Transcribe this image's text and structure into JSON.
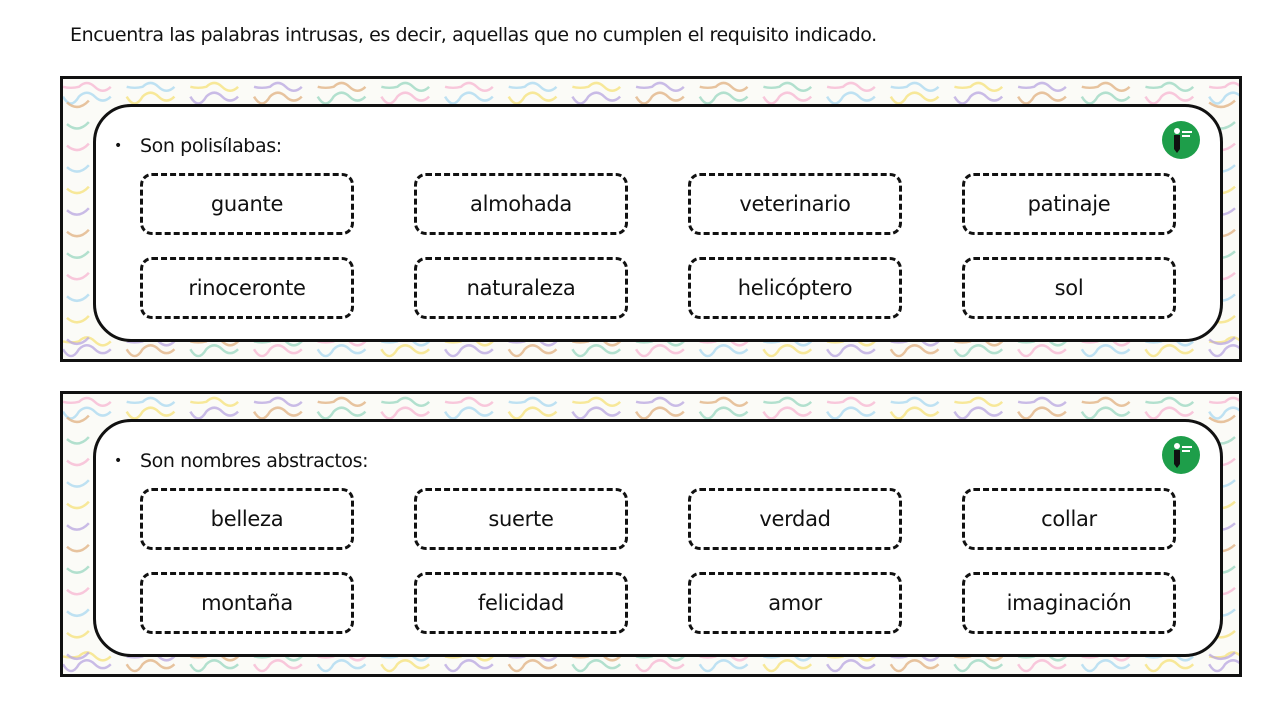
{
  "instruction": "Encuentra las palabras intrusas, es decir, aquellas que no cumplen el requisito indicado.",
  "colors": {
    "pattern": [
      "#f7b6d2",
      "#a9d8f0",
      "#f6e27a",
      "#b8a6e0",
      "#e0b080",
      "#9ad7c0"
    ],
    "logo": "#1e9e4a"
  },
  "exercises": [
    {
      "heading": "Son polisílabas:",
      "bullet": "•",
      "logo_icon": "pencil-logo-icon",
      "words": [
        "guante",
        "almohada",
        "veterinario",
        "patinaje",
        "rinoceronte",
        "naturaleza",
        "helicóptero",
        "sol"
      ]
    },
    {
      "heading": "Son nombres abstractos:",
      "bullet": "•",
      "logo_icon": "pencil-logo-icon",
      "words": [
        "belleza",
        "suerte",
        "verdad",
        "collar",
        "montaña",
        "felicidad",
        "amor",
        "imaginación"
      ]
    }
  ]
}
